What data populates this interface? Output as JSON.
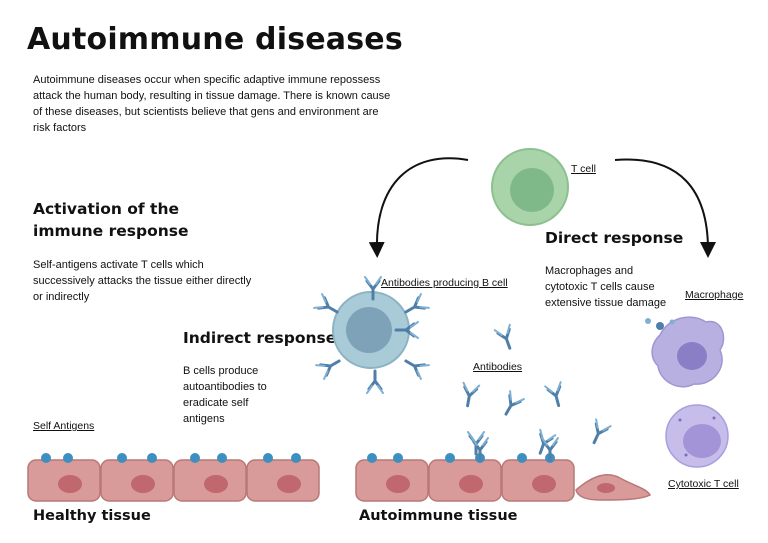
{
  "title": "Autoimmune diseases",
  "intro": "Autoimmune diseases occur when specific adaptive immune repossess attack the human body, resulting in tissue damage. There is known cause of these diseases, but scientists believe that gens and environment are risk factors",
  "activation": {
    "heading": "Activation of the immune response",
    "text": "Self-antigens activate T cells which successively attacks the tissue either directly or indirectly"
  },
  "indirect": {
    "heading": "Indirect response",
    "text": "B cells produce autoantibodies to eradicate self antigens"
  },
  "direct": {
    "heading": "Direct response",
    "text": "Macrophages and cytotoxic T cells cause extensive tissue damage"
  },
  "labels": {
    "t_cell": "T cell",
    "b_cell": "Antibodies producing B cell",
    "antibodies": "Antibodies",
    "macrophage": "Macrophage",
    "cytotoxic": "Cytotoxic T cell",
    "self_antigens": "Self Antigens"
  },
  "footer": {
    "healthy": "Healthy tissue",
    "autoimmune": "Autoimmune tissue"
  },
  "colors": {
    "t_cell": "#a9d3a8",
    "t_cell_nucleus": "#7fb98a",
    "b_cell": "#a9cbd8",
    "b_cell_nucleus": "#7ea3b8",
    "antibody": "#4f7fa8",
    "macrophage": "#b7b0e0",
    "macrophage_nucleus": "#8a7fc6",
    "cytotoxic": "#c6bdea",
    "cytotoxic_nucleus": "#a294d6",
    "tissue": "#d99a9a",
    "tissue_nucleus": "#c0686e",
    "antigen": "#3d8fbf"
  }
}
